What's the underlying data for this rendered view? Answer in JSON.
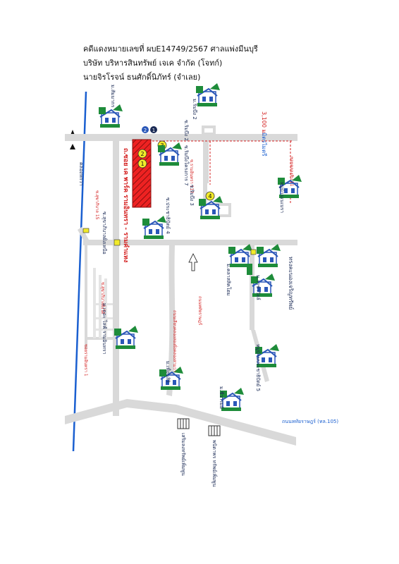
{
  "header": {
    "line1": "คดีแดงหมายเลขที่ ผบE14749/2567 ศาลแพ่งมีนบุรี",
    "line2": "บริษัท บริหารสินทรัพย์ เจเค จำกัด  (โจทก์)",
    "line3": "นายจิรโรจน์ ธนศักดิ์นิภัทร์ (จำเลย)"
  },
  "colors": {
    "road": "#d9d9d9",
    "water": "#1a5fd0",
    "plot": "#ee2222",
    "highlight": "#f1ea2a",
    "label_red": "#d42020",
    "label_dark": "#1a2a55",
    "house_green": "#1e8c3a",
    "house_blue": "#2a57b8"
  },
  "map": {
    "compass": "N",
    "canal_label": "คลองหกวา",
    "main_road_label": "มิตรไมตรี",
    "distance_label": "3,100 ม.",
    "plot_markers": [
      "1",
      "2"
    ],
    "pins": [
      {
        "id": "pin-1",
        "label": "1"
      },
      {
        "id": "pin-2",
        "label": "2"
      },
      {
        "id": "pin-3",
        "label": "3"
      },
      {
        "id": "pin-4",
        "label": "4"
      }
    ],
    "road_labels": {
      "ramindra": "ถ.ซอย เค พาร์ค รามอินทรา - รามคำแหง",
      "soi_rimbueng_2": "ซ.ริมบึง 2",
      "soi_rimbueng_7": "ซ.ริมบึงโครงการ 7",
      "soi_rimbueng_3": "ซ.ริมบึง 3",
      "soi_prachathipat_4": "ซ.ประชาธิปัตย์ 4",
      "soi_prachathipat_5": "ซ.ประชาธิปัตย์ 5",
      "soi_khlong_hok_wa": "ถนนซูเปอร์ไฮเวย์หกวา",
      "soi_khlong_6": "ถนนคลองหก",
      "soi_left_a": "ซ.สุขาภิบาลฝั่งเหนือ",
      "soi_left_b": "ซ.สุขาภิบาลฝั่งใต้",
      "soi_left_c": "ซ.สุขาภิบาล 15",
      "soi_ram_1": "ซอยรามอินทรา 1",
      "soi_ram_2": "ถนนหทัยราษฎร์",
      "soi_mid": "ซ.รามอินทรา 117",
      "highway_label": "ถนนหทัยราษฎร์ (ทล.105)",
      "big_vertical": "ถนนเลียบคลองสองฝั่งคลองสามวา",
      "soi_right_11": "ซอยคลองสิบ 11"
    },
    "village_labels": {
      "v_top_left": "ม.สัมมากร",
      "v_plot_right": "ม.ริมบึง 2",
      "v_mid": "ม.ประชาธิปัตย์ 4",
      "v_left_grid": "ม.เดอะ ไลฟ์ รามอินทรา",
      "v_right_top": "หมู่บ้านเนเบรา",
      "v_right_mid1": "ม.คลาสสิคโฮม",
      "v_right_mid2": "ม.ราชาวิลล์",
      "v_lower1": "ม.เพื่อนสิริ",
      "v_lower2": "ม.ชีวารมย์",
      "v_right_low": "หมู่บ้านประชาธิปัตย์ 5",
      "v_right_far": "ทรงคะนองเจริญทรัพย์"
    },
    "building_labels": {
      "b1": "เสริมลงทรัพย์เพิ่มพูน",
      "b2": "พนิดาพร ทรัพย์เพิ่มพูน"
    }
  }
}
